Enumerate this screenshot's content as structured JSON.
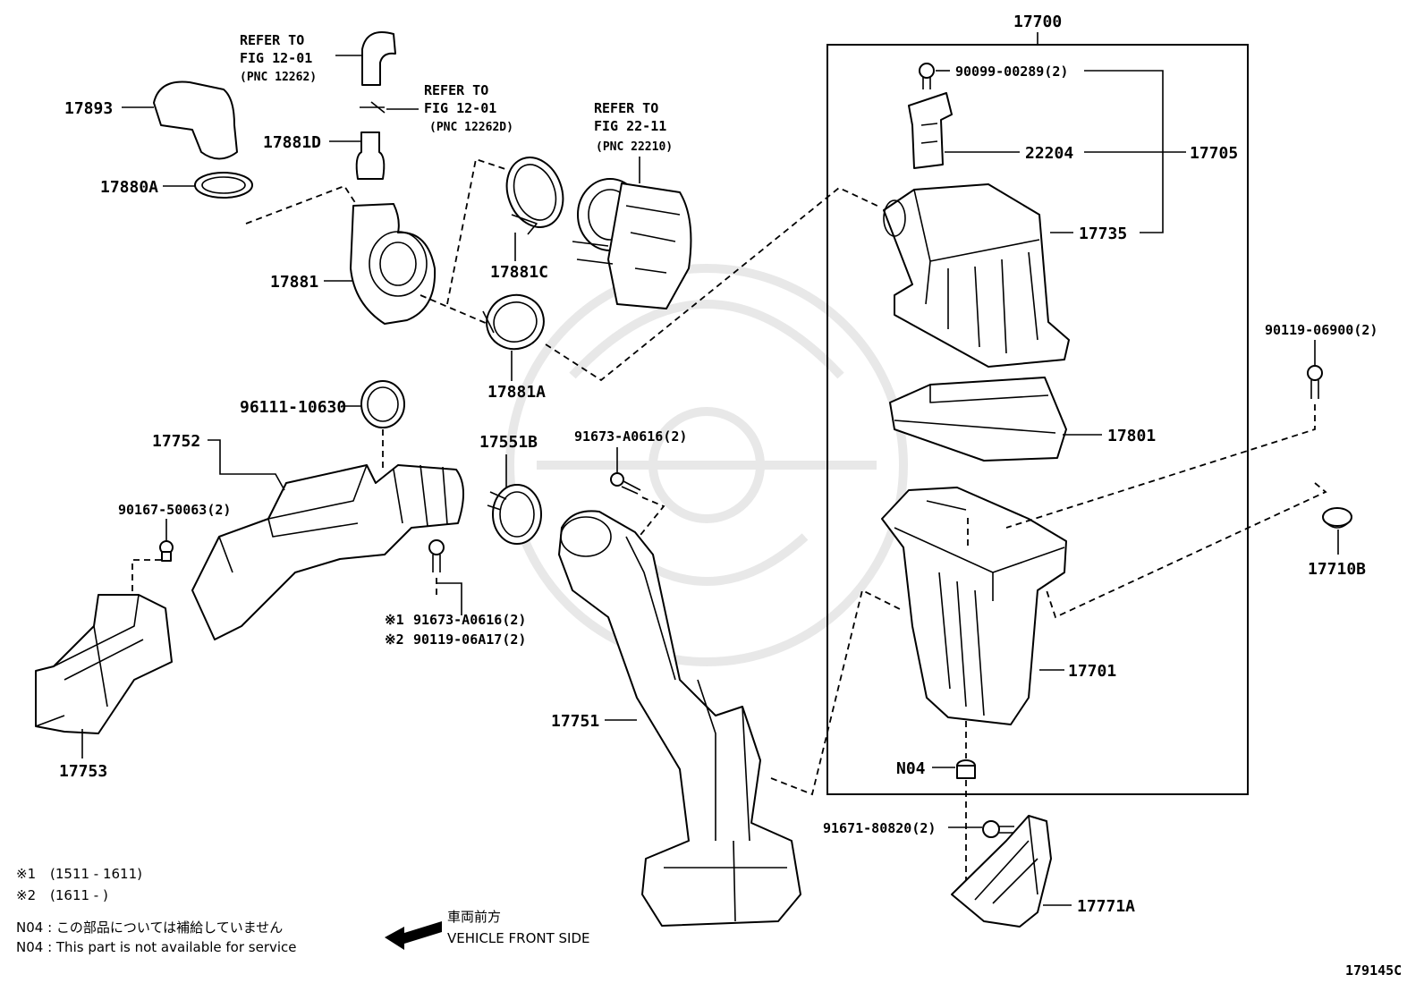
{
  "diagram_id": "179145C",
  "assembly_label": "17700",
  "labels": {
    "p17893": "17893",
    "p17880A": "17880A",
    "p17881D": "17881D",
    "p17881": "17881",
    "p17881C": "17881C",
    "p17881A": "17881A",
    "p17752": "17752",
    "p96111": "96111-10630",
    "p17551B": "17551B",
    "p91673_top": "91673-A0616(2)",
    "p90167": "90167-50063(2)",
    "p91673_note1": "91673-A0616(2)",
    "p90119_note2": "90119-06A17(2)",
    "mark1": "※1",
    "mark2": "※2",
    "p17753": "17753",
    "p17751": "17751",
    "p90099": "90099-00289(2)",
    "p22204": "22204",
    "p17705": "17705",
    "p17735": "17735",
    "p17801": "17801",
    "p17701": "17701",
    "pN04": "N04",
    "p91671": "91671-80820(2)",
    "p17771A": "17771A",
    "p90119_right": "90119-06900(2)",
    "p17710B": "17710B"
  },
  "refs": {
    "ref1": {
      "line1": "REFER TO",
      "line2": "FIG 12-01",
      "line3": "(PNC 12262)"
    },
    "ref2": {
      "line1": "REFER TO",
      "line2": "FIG 12-01",
      "line3": "(PNC 12262D)"
    },
    "ref3": {
      "line1": "REFER TO",
      "line2": "FIG 22-11",
      "line3": "(PNC 22210)"
    }
  },
  "notes": {
    "n1_mark": "※1",
    "n1_text": "(1511 - 1611)",
    "n2_mark": "※2",
    "n2_text": "(1611 -      )",
    "n04_jp": "N04 : この部品については補給していません",
    "n04_en": "N04 : This part is not available for service",
    "front_jp": "車両前方",
    "front_en": "VEHICLE FRONT SIDE"
  }
}
